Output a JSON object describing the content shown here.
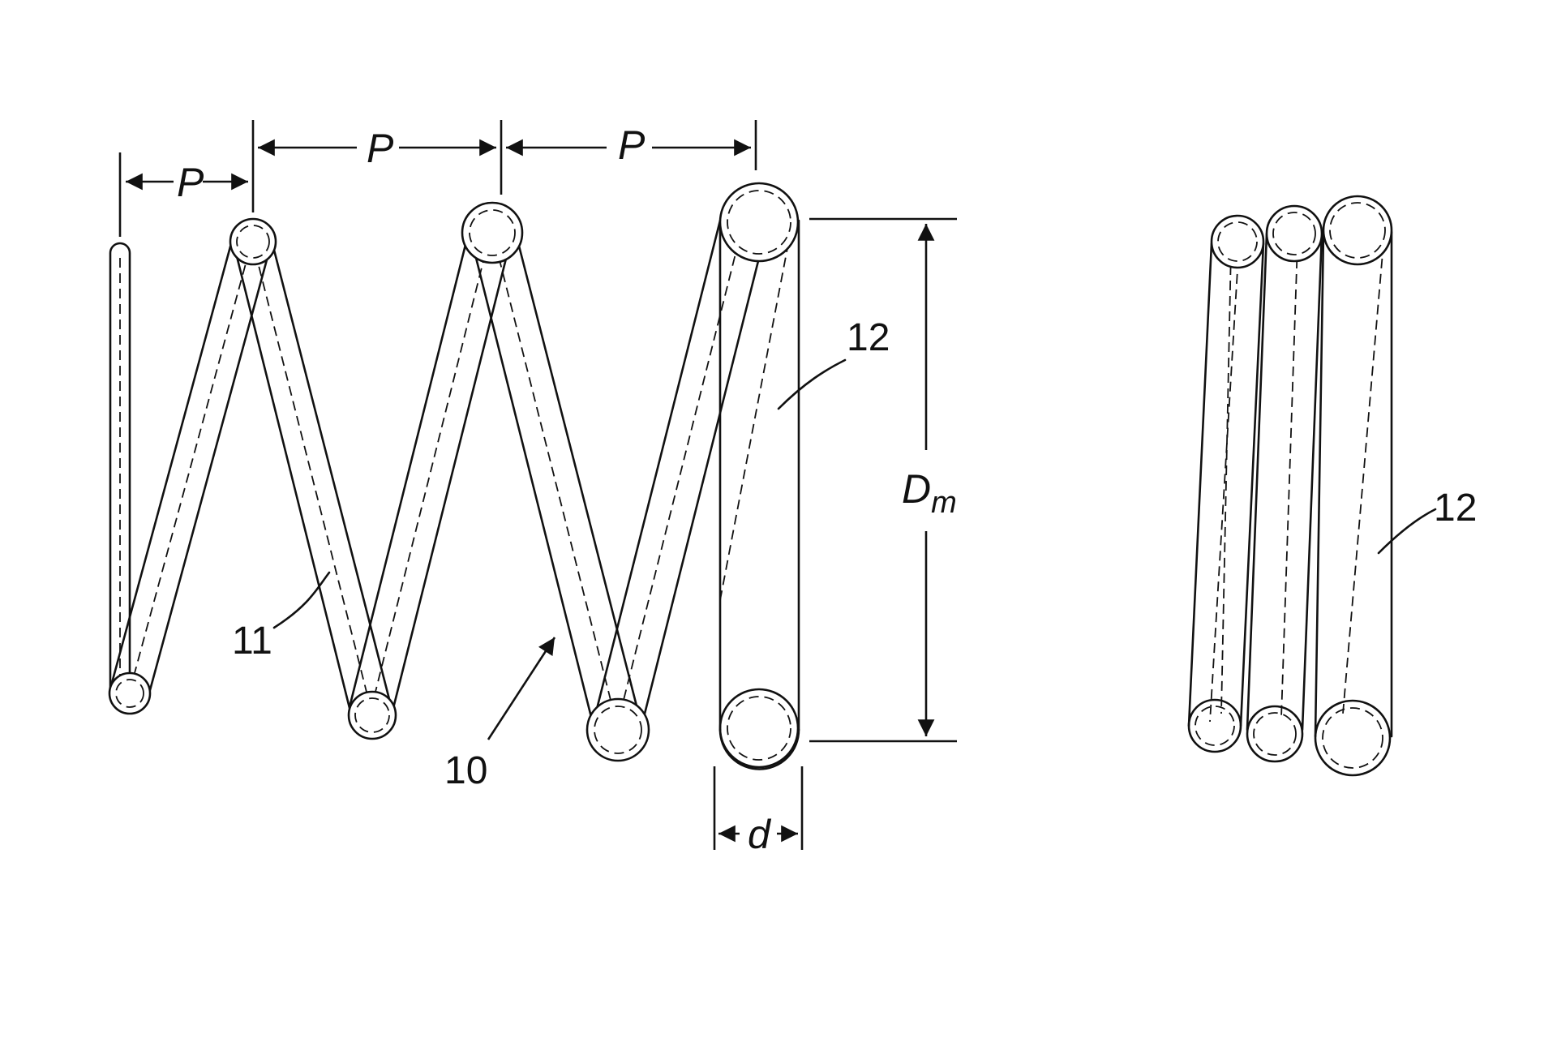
{
  "labels": {
    "pitch": "P",
    "mean_diameter_main": "D",
    "mean_diameter_sub": "m",
    "wire_diameter": "d",
    "ref_spring": "10",
    "ref_coil": "11",
    "ref_end_coil_open": "12",
    "ref_end_coil_closed": "12"
  },
  "colors": {
    "line": "#111111",
    "background": "#ffffff"
  }
}
